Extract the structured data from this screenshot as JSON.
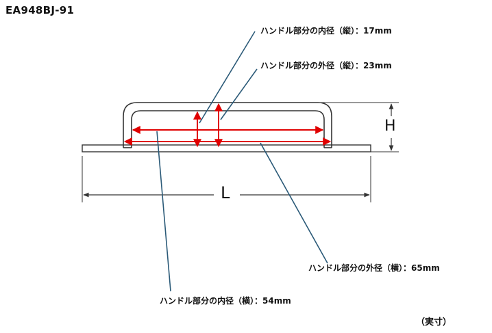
{
  "product_code": "EA948BJ-91",
  "labels": {
    "inner_vertical": "ハンドル部分の内径（縦）：17mm",
    "outer_vertical": "ハンドル部分の外径（縦）：23mm",
    "outer_horizontal": "ハンドル部分の外径（横）：65mm",
    "inner_horizontal": "ハンドル部分の内径（横）：54mm"
  },
  "dimension_letters": {
    "height": "H",
    "length": "L"
  },
  "scale_note": "（実寸）",
  "colors": {
    "outline": "#333333",
    "leader": "#2b5a78",
    "measure": "#e00000",
    "text": "#111111"
  }
}
